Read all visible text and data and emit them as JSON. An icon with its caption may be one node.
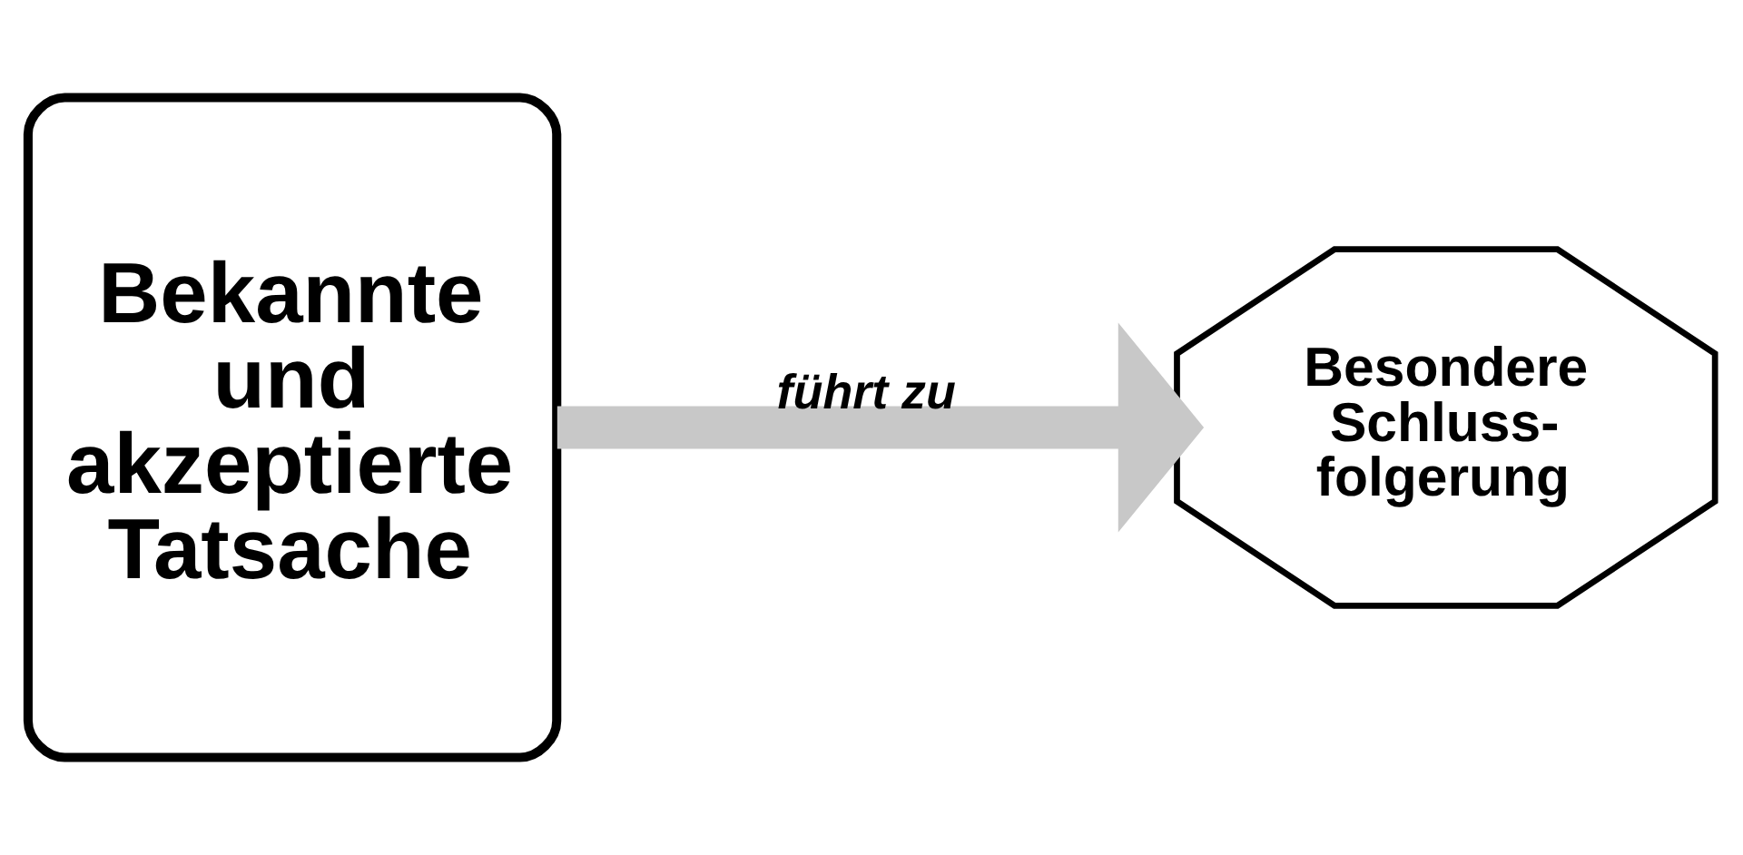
{
  "diagram": {
    "nodes": [
      {
        "text": [
          "Bekannte und akzeptierte Tatsache"
        ]
      },
      {
        "text": [
          "Besondere Schluss- folgerung"
        ]
      }
    ],
    "edges": [
      {
        "from": 0,
        "to": 1,
        "arrow": "to",
        "label": "führt zu"
      }
    ]
  }
}
